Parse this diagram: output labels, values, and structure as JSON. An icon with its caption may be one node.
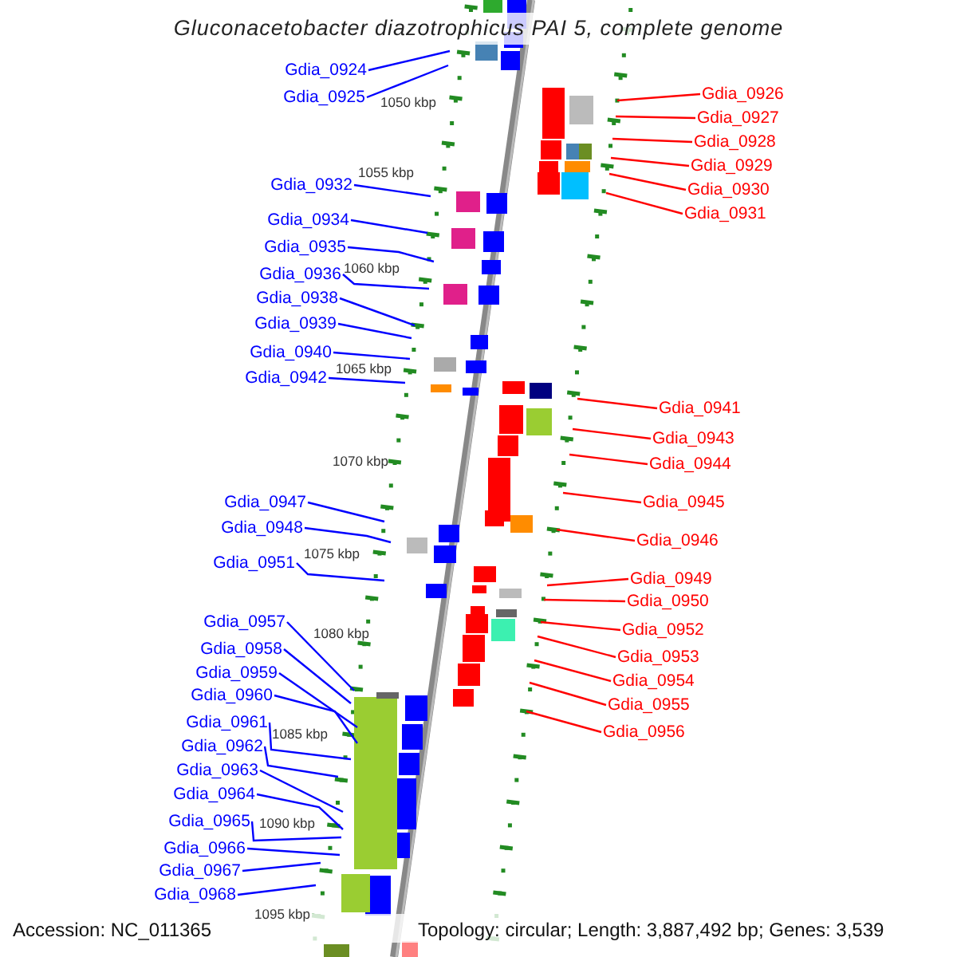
{
  "diagram": {
    "title": "Gluconacetobacter diazotrophicus PAI 5, complete genome",
    "nodes": [
      {
        "text": [
          "Gdia_0924"
        ]
      },
      {
        "text": [
          "Gdia_0925"
        ]
      },
      {
        "text": [
          "Gdia_0926"
        ]
      },
      {
        "text": [
          "Gdia_0927"
        ]
      },
      {
        "text": [
          "Gdia_0928"
        ]
      },
      {
        "text": [
          "Gdia_0929"
        ]
      },
      {
        "text": [
          "Gdia_0930"
        ]
      },
      {
        "text": [
          "Gdia_0931"
        ]
      },
      {
        "text": [
          "Gdia_0932"
        ]
      },
      {
        "text": [
          "Gdia_0934"
        ]
      },
      {
        "text": [
          "Gdia_0935"
        ]
      },
      {
        "text": [
          "Gdia_0936"
        ]
      },
      {
        "text": [
          "Gdia_0938"
        ]
      },
      {
        "text": [
          "Gdia_0939"
        ]
      },
      {
        "text": [
          "Gdia_0940"
        ]
      },
      {
        "text": [
          "Gdia_0941"
        ]
      },
      {
        "text": [
          "Gdia_0942"
        ]
      },
      {
        "text": [
          "Gdia_0943"
        ]
      },
      {
        "text": [
          "Gdia_0944"
        ]
      },
      {
        "text": [
          "Gdia_0945"
        ]
      },
      {
        "text": [
          "Gdia_0946"
        ]
      },
      {
        "text": [
          "Gdia_0947"
        ]
      },
      {
        "text": [
          "Gdia_0948"
        ]
      },
      {
        "text": [
          "Gdia_0949"
        ]
      },
      {
        "text": [
          "Gdia_0950"
        ]
      },
      {
        "text": [
          "Gdia_0951"
        ]
      },
      {
        "text": [
          "Gdia_0952"
        ]
      },
      {
        "text": [
          "Gdia_0953"
        ]
      },
      {
        "text": [
          "Gdia_0954"
        ]
      },
      {
        "text": [
          "Gdia_0955"
        ]
      },
      {
        "text": [
          "Gdia_0956"
        ]
      },
      {
        "text": [
          "Gdia_0957"
        ]
      },
      {
        "text": [
          "Gdia_0958"
        ]
      },
      {
        "text": [
          "Gdia_0959"
        ]
      },
      {
        "text": [
          "Gdia_0960"
        ]
      },
      {
        "text": [
          "Gdia_0961"
        ]
      },
      {
        "text": [
          "Gdia_0962"
        ]
      },
      {
        "text": [
          "Gdia_0963"
        ]
      },
      {
        "text": [
          "Gdia_0964"
        ]
      },
      {
        "text": [
          "Gdia_0965"
        ]
      },
      {
        "text": [
          "Gdia_0966"
        ]
      },
      {
        "text": [
          "Gdia_0967"
        ]
      },
      {
        "text": [
          "Gdia_0968"
        ]
      }
    ],
    "edges": [
      {
        "from": 0,
        "to": null,
        "arrow": "none"
      },
      {
        "from": 1,
        "to": null,
        "arrow": "none"
      },
      {
        "from": 2,
        "to": null,
        "arrow": "none",
        "color": "#ff0000"
      },
      {
        "from": 3,
        "to": null,
        "arrow": "none",
        "color": "#ff0000"
      },
      {
        "from": 4,
        "to": null,
        "arrow": "none",
        "color": "#ff0000"
      },
      {
        "from": 5,
        "to": null,
        "arrow": "none",
        "color": "#ff0000"
      },
      {
        "from": 6,
        "to": null,
        "arrow": "none",
        "color": "#ff0000"
      },
      {
        "from": 7,
        "to": null,
        "arrow": "none",
        "color": "#ff0000"
      },
      {
        "from": 8,
        "to": null,
        "arrow": "none"
      },
      {
        "from": 9,
        "to": null,
        "arrow": "none"
      },
      {
        "from": 10,
        "to": null,
        "arrow": "none"
      },
      {
        "from": 11,
        "to": null,
        "arrow": "none"
      },
      {
        "from": 12,
        "to": null,
        "arrow": "none"
      },
      {
        "from": 13,
        "to": null,
        "arrow": "none"
      },
      {
        "from": 14,
        "to": null,
        "arrow": "none"
      },
      {
        "from": 15,
        "to": null,
        "arrow": "none",
        "color": "#ff0000"
      },
      {
        "from": 16,
        "to": null,
        "arrow": "none"
      },
      {
        "from": 17,
        "to": null,
        "arrow": "none",
        "color": "#ff0000"
      },
      {
        "from": 18,
        "to": null,
        "arrow": "none",
        "color": "#ff0000"
      },
      {
        "from": 19,
        "to": null,
        "arrow": "none",
        "color": "#ff0000"
      },
      {
        "from": 20,
        "to": null,
        "arrow": "none",
        "color": "#ff0000"
      },
      {
        "from": 21,
        "to": null,
        "arrow": "none"
      },
      {
        "from": 22,
        "to": null,
        "arrow": "none"
      },
      {
        "from": 23,
        "to": null,
        "arrow": "none",
        "color": "#ff0000"
      },
      {
        "from": 24,
        "to": null,
        "arrow": "none",
        "color": "#ff0000"
      },
      {
        "from": 25,
        "to": null,
        "arrow": "none"
      },
      {
        "from": 26,
        "to": null,
        "arrow": "none",
        "color": "#ff0000"
      },
      {
        "from": 27,
        "to": null,
        "arrow": "none",
        "color": "#ff0000"
      },
      {
        "from": 28,
        "to": null,
        "arrow": "none",
        "color": "#ff0000"
      },
      {
        "from": 29,
        "to": null,
        "arrow": "none",
        "color": "#ff0000"
      },
      {
        "from": 30,
        "to": null,
        "arrow": "none",
        "color": "#ff0000"
      },
      {
        "from": 31,
        "to": null,
        "arrow": "none"
      },
      {
        "from": 32,
        "to": null,
        "arrow": "none"
      },
      {
        "from": 33,
        "to": null,
        "arrow": "none"
      },
      {
        "from": 34,
        "to": null,
        "arrow": "none"
      },
      {
        "from": 35,
        "to": null,
        "arrow": "none"
      },
      {
        "from": 36,
        "to": null,
        "arrow": "none"
      },
      {
        "from": 37,
        "to": null,
        "arrow": "none"
      },
      {
        "from": 38,
        "to": null,
        "arrow": "none"
      },
      {
        "from": 39,
        "to": null,
        "arrow": "none"
      },
      {
        "from": 40,
        "to": null,
        "arrow": "none"
      },
      {
        "from": 41,
        "to": null,
        "arrow": "none"
      },
      {
        "from": 42,
        "to": null,
        "arrow": "none"
      }
    ],
    "labels": [
      "1050 kbp",
      "1055 kbp",
      "1060 kbp",
      "1065 kbp",
      "1070 kbp",
      "1075 kbp",
      "1080 kbp",
      "1085 kbp",
      "1090 kbp",
      "1095 kbp",
      "Accession: NC_011365",
      "Topology: circular; Length: 3,887,492 bp; Genes: 3,539"
    ]
  }
}
